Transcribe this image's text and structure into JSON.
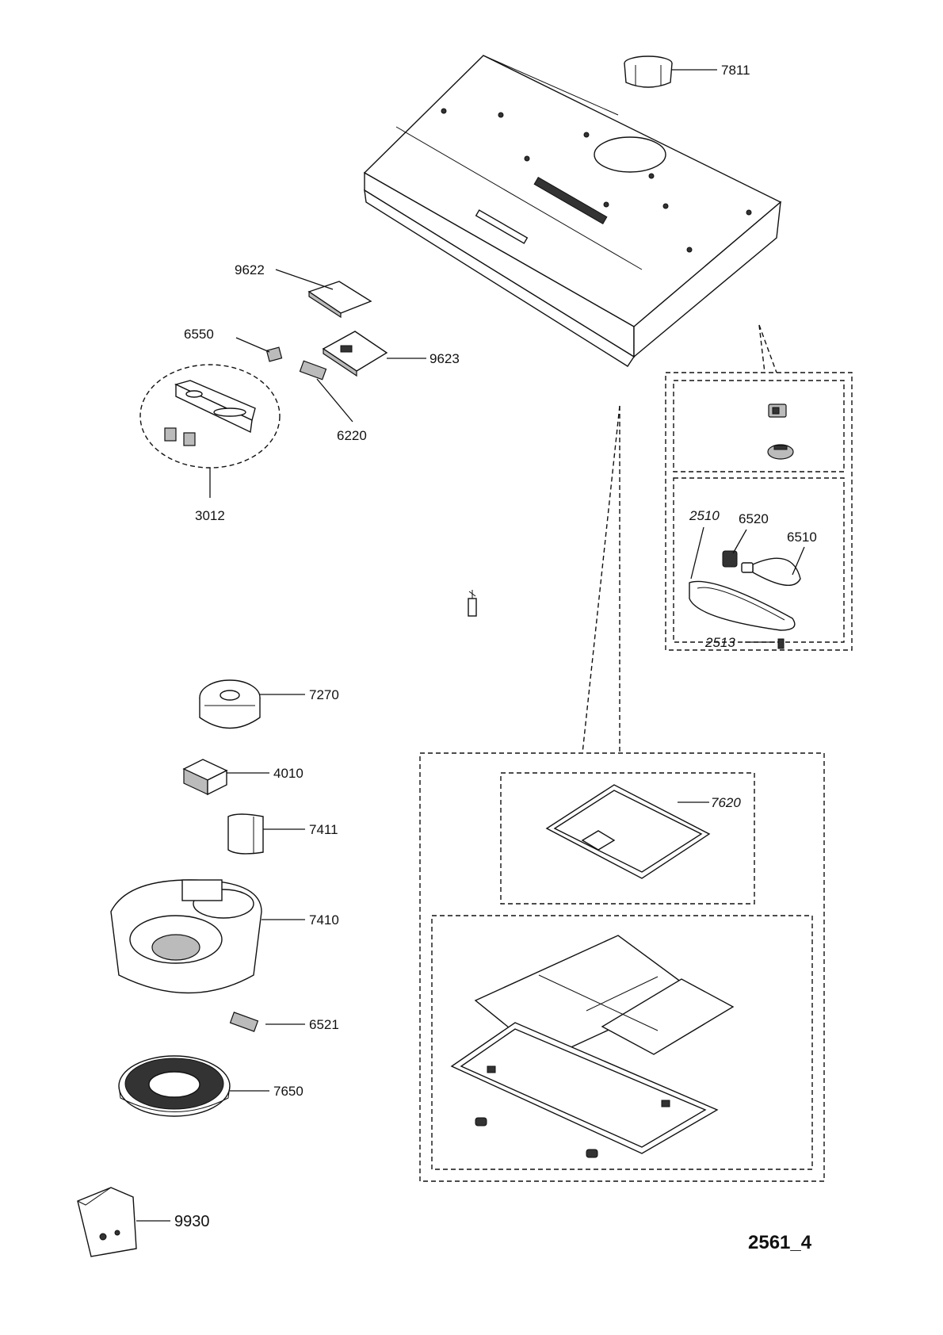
{
  "reference": "2561_4",
  "parts": [
    {
      "id": "p7811",
      "number": "7811"
    },
    {
      "id": "p9622",
      "number": "9622"
    },
    {
      "id": "p6550",
      "number": "6550"
    },
    {
      "id": "p9623",
      "number": "9623"
    },
    {
      "id": "p6220",
      "number": "6220"
    },
    {
      "id": "p3012",
      "number": "3012"
    },
    {
      "id": "p2510",
      "number": "2510"
    },
    {
      "id": "p6520",
      "number": "6520"
    },
    {
      "id": "p6510",
      "number": "6510"
    },
    {
      "id": "p2513",
      "number": "2513"
    },
    {
      "id": "p7270",
      "number": "7270"
    },
    {
      "id": "p4010",
      "number": "4010"
    },
    {
      "id": "p7411",
      "number": "7411"
    },
    {
      "id": "p7410",
      "number": "7410"
    },
    {
      "id": "p6521",
      "number": "6521"
    },
    {
      "id": "p7650",
      "number": "7650"
    },
    {
      "id": "p7620",
      "number": "7620"
    },
    {
      "id": "p9930",
      "number": "9930"
    }
  ]
}
